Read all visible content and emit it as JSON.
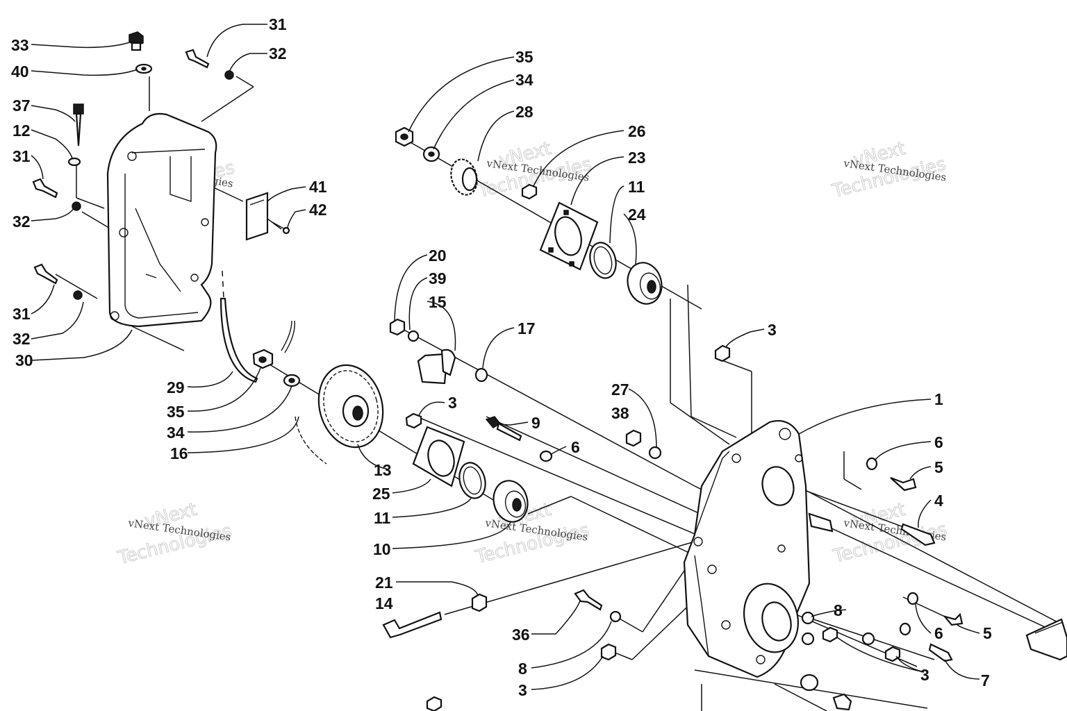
{
  "diagram": {
    "callout_numbers": {
      "n33": "33",
      "n40": "40",
      "n37": "37",
      "n12": "12",
      "n31a": "31",
      "n32a": "32",
      "n31b": "31",
      "n32b": "32",
      "n30": "30",
      "n31c": "31",
      "n32c": "32",
      "n41": "41",
      "n42": "42",
      "n35a": "35",
      "n34a": "34",
      "n28": "28",
      "n26": "26",
      "n23": "23",
      "n11a": "11",
      "n24": "24",
      "n20": "20",
      "n39": "39",
      "n15": "15",
      "n17": "17",
      "n3a": "3",
      "n29": "29",
      "n35b": "35",
      "n34b": "34",
      "n16": "16",
      "n3b": "3",
      "n9": "9",
      "n13": "13",
      "n25": "25",
      "n11b": "11",
      "n10": "10",
      "n6a": "6",
      "n27": "27",
      "n38": "38",
      "n1": "1",
      "n6b": "6",
      "n5a": "5",
      "n4": "4",
      "n21": "21",
      "n14": "14",
      "n36": "36",
      "n8a": "8",
      "n8b": "8",
      "n6c": "6",
      "n5b": "5",
      "n3c": "3",
      "n7": "7",
      "n3d": "3"
    },
    "watermarks": [
      {
        "big": "vNext",
        "big2": "Technologies",
        "small": "vNext Technologies"
      },
      {
        "big": "vNext",
        "big2": "Technologies",
        "small": "vNext Technologies"
      },
      {
        "big": "vNext",
        "big2": "Technologies",
        "small": "vNext Technologies"
      },
      {
        "big": "vNext",
        "big2": "Technologies",
        "small": "vNext Technologies"
      },
      {
        "big": "vNext",
        "big2": "Technologies",
        "small": "vNext Technologies"
      },
      {
        "big": "vNext",
        "big2": "Technologies",
        "small": "vNext Technologies"
      }
    ]
  }
}
